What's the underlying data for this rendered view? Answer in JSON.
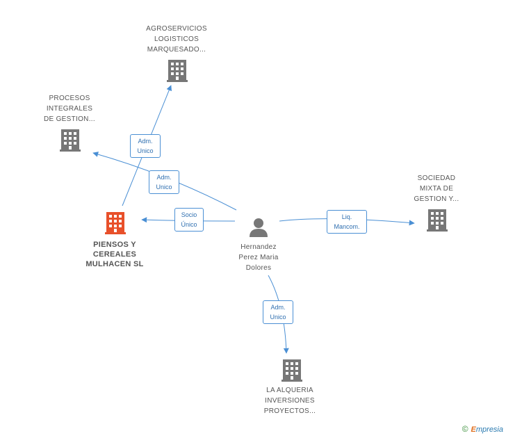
{
  "nodes": {
    "person": {
      "label": "Hernandez\nPerez Maria\nDolores"
    },
    "piensos": {
      "label": "PIENSOS Y\nCEREALES\nMULHACEN SL",
      "color": "#e8502a"
    },
    "agroservicios": {
      "label": "AGROSERVICIOS\nLOGISTICOS\nMARQUESADO..."
    },
    "procesos": {
      "label": "PROCESOS\nINTEGRALES\nDE GESTION..."
    },
    "sociedad": {
      "label": "SOCIEDAD\nMIXTA DE\nGESTION Y..."
    },
    "alqueria": {
      "label": "LA ALQUERIA\nINVERSIONES\nPROYECTOS..."
    }
  },
  "edges": {
    "piensos_agro": "Adm.\nUnico",
    "person_procesos": "Adm.\nUnico",
    "person_piensos": "Socio\nÚnico",
    "person_sociedad": "Liq.\nMancom.",
    "person_alqueria": "Adm.\nUnico"
  },
  "colors": {
    "edge": "#4a8fd4",
    "building": "#777777",
    "main_building": "#e8502a",
    "person": "#777777"
  },
  "brand": {
    "symbol": "©",
    "initial": "E",
    "name": "mpresia"
  }
}
